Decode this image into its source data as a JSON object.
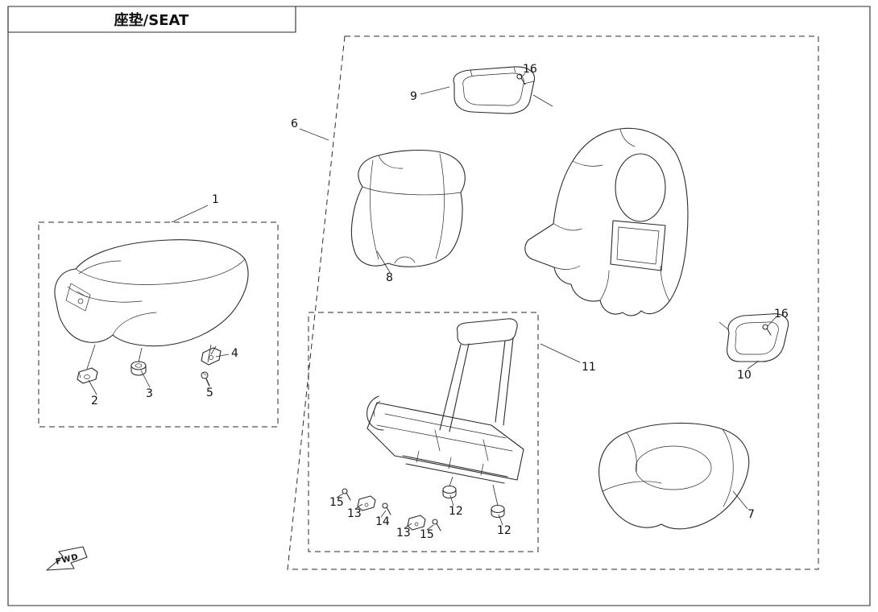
{
  "title": "座垫/SEAT",
  "fwd_label": "FWD",
  "callouts": {
    "c1": "1",
    "c2": "2",
    "c3": "3",
    "c4": "4",
    "c5": "5",
    "c6": "6",
    "c7": "7",
    "c8": "8",
    "c9": "9",
    "c10": "10",
    "c11": "11",
    "c12a": "12",
    "c12b": "12",
    "c13a": "13",
    "c13b": "13",
    "c14": "14",
    "c15a": "15",
    "c15b": "15",
    "c16a": "16",
    "c16b": "16"
  }
}
